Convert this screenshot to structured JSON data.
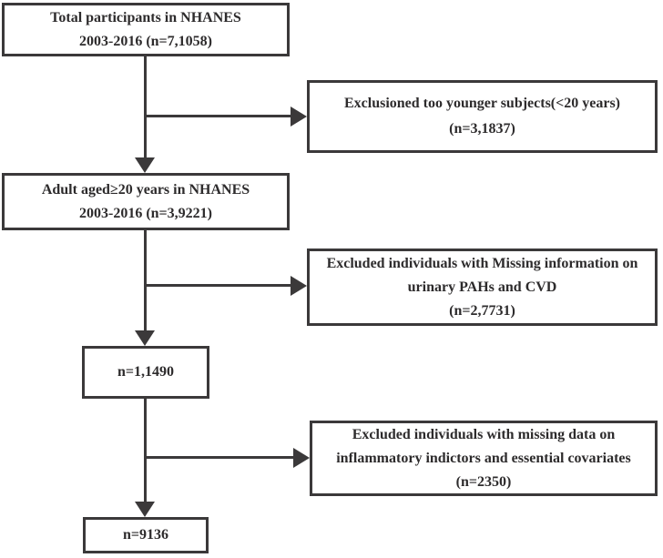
{
  "diagram": {
    "type": "flowchart",
    "topic": "NHANES participant selection flow",
    "colors": {
      "background": "#ffffff",
      "line": "#3b393a",
      "text": "#2d2b2c"
    },
    "boxes": [
      {
        "id": "total-participants",
        "lines": [
          "Total participants in NHANES",
          "2003-2016 (n=7,1058)"
        ]
      },
      {
        "id": "excluded-younger",
        "lines": [
          "Exclusioned too younger subjects(<20 years)",
          "(n=3,1837)"
        ]
      },
      {
        "id": "adults",
        "lines": [
          "Adult aged≥20 years in NHANES",
          "2003-2016 (n=3,9221)"
        ]
      },
      {
        "id": "excluded-missing-pah-cvd",
        "lines": [
          "Excluded individuals with Missing information on",
          "urinary PAHs and CVD",
          "(n=2,7731)"
        ]
      },
      {
        "id": "after-pah-cvd",
        "lines": [
          "n=1,1490"
        ]
      },
      {
        "id": "excluded-missing-inflammatory",
        "lines": [
          "Excluded individuals with missing data on",
          "inflammatory indictors and essential covariates",
          "(n=2350)"
        ]
      },
      {
        "id": "final-sample",
        "lines": [
          "n=9136"
        ]
      }
    ],
    "edges": [
      {
        "from": "total-participants",
        "to": "adults"
      },
      {
        "from": "total-participants",
        "to": "excluded-younger"
      },
      {
        "from": "adults",
        "to": "after-pah-cvd"
      },
      {
        "from": "adults",
        "to": "excluded-missing-pah-cvd"
      },
      {
        "from": "after-pah-cvd",
        "to": "final-sample"
      },
      {
        "from": "after-pah-cvd",
        "to": "excluded-missing-inflammatory"
      }
    ]
  }
}
